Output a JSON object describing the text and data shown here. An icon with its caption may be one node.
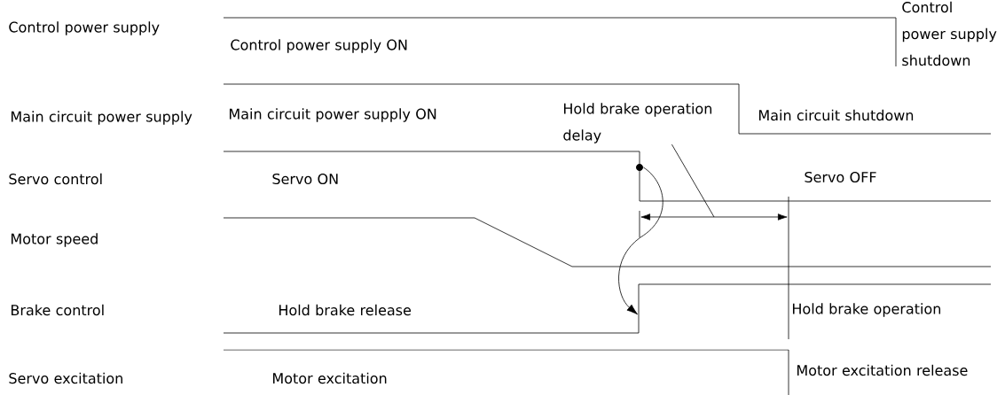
{
  "diagram": {
    "nodes": [
      {
        "text": [
          "Hold brake operation delay"
        ]
      },
      {
        "text": [],
        "shape": "circle"
      }
    ],
    "edges": [
      {
        "from": 0,
        "to": null,
        "arrow": "none"
      },
      {
        "from": 1,
        "to": null,
        "arrow": "to"
      }
    ],
    "labels": [
      "Control power supply",
      "Control power supply ON",
      "Control power supply shutdown",
      "Main circuit power supply",
      "Main circuit power supply ON",
      "Main circuit shutdown",
      "Servo control",
      "Servo ON",
      "Servo OFF",
      "Motor speed",
      "Brake control",
      "Hold brake release",
      "Hold brake operation",
      "Servo excitation",
      "Motor excitation",
      "Motor excitation release"
    ]
  }
}
